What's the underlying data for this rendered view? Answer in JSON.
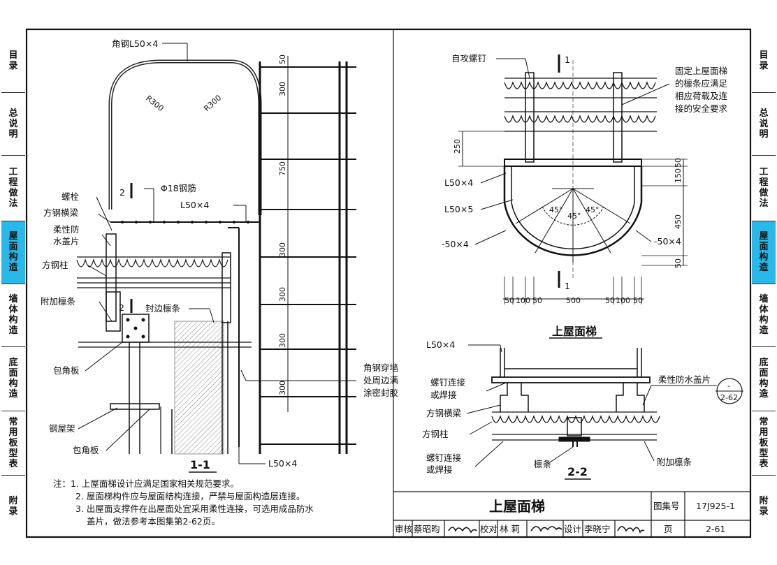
{
  "side_tabs": [
    {
      "label": "目\n录",
      "active": false
    },
    {
      "label": "总\n说\n明",
      "active": false
    },
    {
      "label": "工\n程\n做\n法",
      "active": false
    },
    {
      "label": "屋\n面\n构\n造",
      "active": true
    },
    {
      "label": "墙\n体\n构\n造",
      "active": false
    },
    {
      "label": "底\n面\n构\n造",
      "active": false
    },
    {
      "label": "常\n用\n板\n型\n表",
      "active": false
    },
    {
      "label": "附\n录",
      "active": false
    }
  ],
  "drawing_1_1": {
    "caption": "1-1",
    "labels": {
      "angle_steel_top": "角钢L50×4",
      "radius_left": "R300",
      "radius_right": "R300",
      "bolt": "螺栓",
      "square_steel_beam": "方钢横梁",
      "flexible_cover_a": "柔性防",
      "flexible_cover_b": "水盖片",
      "square_steel_col": "方钢柱",
      "additional_purlin": "附加檩条",
      "angle_cover": "包角板",
      "steel_truss": "钢屋架",
      "angle_cover_2": "包角板",
      "rebar": "Φ18钢筋",
      "l50x4_mid": "L50×4",
      "edge_purlin": "封边檩条",
      "wall_pen_1": "角钢穿墙",
      "wall_pen_2": "处周边满",
      "wall_pen_3": "涂密封胶",
      "l50x4_bottom": "L50×4",
      "sec_mark_top": "2",
      "sec_mark_bottom": "2"
    },
    "dims": [
      "50",
      "300",
      "750",
      "300",
      "300",
      "300",
      "300"
    ]
  },
  "drawing_plan": {
    "title": "上屋面梯",
    "labels": {
      "self_tap_screw": "自攻螺钉",
      "purlin_note_1": "固定上屋面梯",
      "purlin_note_2": "的檩条应满足",
      "purlin_note_3": "相应荷载及连",
      "purlin_note_4": "接的安全要求",
      "l50x4": "L50×4",
      "l50x5": "L50×5",
      "neg_50x4_left": "-50×4",
      "neg_50x4_right": "-50×4",
      "sec_top": "1",
      "sec_bottom": "1",
      "angle_a": "45°",
      "angle_b": "45°",
      "angle_c": "45°"
    },
    "dims_left": [
      "250"
    ],
    "dims_right": [
      "50",
      "150",
      "450",
      "50"
    ],
    "dims_bottom": [
      "50",
      "100",
      "50",
      "500",
      "50",
      "100",
      "50"
    ]
  },
  "drawing_2_2": {
    "caption": "2-2",
    "labels": {
      "l50x4": "L50×4",
      "screw_weld_1a": "螺钉连接",
      "screw_weld_1b": "或焊接",
      "square_beam": "方钢横梁",
      "square_col": "方钢柱",
      "screw_weld_2a": "螺钉连接",
      "screw_weld_2b": "或焊接",
      "purlin": "檩条",
      "flex_cover": "柔性防水盖片",
      "additional_purlin": "附加檩条",
      "ref_top": "-",
      "ref_bottom": "2-62"
    }
  },
  "notes": [
    "注：1. 上屋面梯设计应满足国家相关规范要求。",
    "2. 屋面梯构件应与屋面结构连接，严禁与屋面构造层连接。",
    "3. 出屋面支撑件在出屋面处宜采用柔性连接，可选用成品防水",
    "盖片，做法参考本图集第2-62页。"
  ],
  "title_block": {
    "title": "上屋面梯",
    "atlas_label": "图集号",
    "atlas_no": "17J925-1",
    "review_label": "审核",
    "reviewer": "蔡昭昀",
    "check_label": "校对",
    "checker": "林 莉",
    "design_label": "设计",
    "designer": "李晓宁",
    "page_label": "页",
    "page_no": "2-61"
  }
}
